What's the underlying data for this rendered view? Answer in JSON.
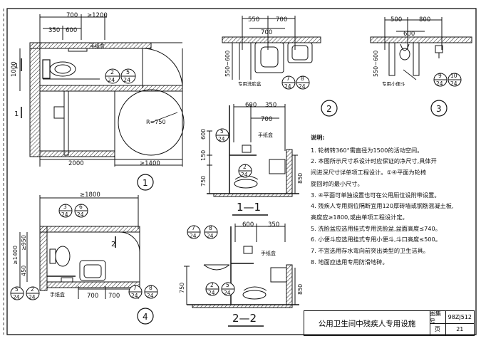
{
  "view1": {
    "dims_top": [
      "350",
      "600",
      "700",
      "≥1200"
    ],
    "dim_left": "1000",
    "dims_bottom": [
      "2000",
      "≥1400"
    ],
    "label_paper_box": "手纸盒",
    "radius_label": "R=750",
    "section_mark": "1",
    "detail_refs": [
      {
        "num": "2",
        "page": "24"
      },
      {
        "num": "5",
        "page": "24"
      }
    ],
    "view_number": "1"
  },
  "view2": {
    "dims_top": [
      "550",
      "700",
      "700"
    ],
    "dim_left": "550~600",
    "caption": "专用洗脸盆",
    "detail_refs": [
      {
        "num": "7",
        "page": "24"
      },
      {
        "num": "8",
        "page": "24"
      }
    ],
    "view_number": "2"
  },
  "view3": {
    "dims_top": [
      "500",
      "800",
      "600"
    ],
    "dim_left": "550~600",
    "caption": "专用小便斗",
    "detail_refs": [
      {
        "num": "9",
        "page": "24"
      },
      {
        "num": "10",
        "page": "24"
      }
    ],
    "view_number": "3"
  },
  "section11": {
    "dims_top": [
      "600",
      "350",
      "700"
    ],
    "dims_left": [
      "600",
      "150",
      "750"
    ],
    "dim_right": "850",
    "label_paper_box": "手纸盒",
    "detail_refs": [
      {
        "num": "5",
        "page": "24"
      },
      {
        "num": "2",
        "page": "24"
      }
    ],
    "title": "1—1"
  },
  "view4": {
    "dim_top": "≥1800",
    "dims_left": [
      "≥1400",
      "≥950",
      "450"
    ],
    "dims_bottom": [
      "700",
      "700"
    ],
    "label_paper_box": "手纸盒",
    "section_mark": "2",
    "detail_refs_top": [
      {
        "num": "3",
        "page": "24"
      },
      {
        "num": "6",
        "page": "24"
      }
    ],
    "detail_refs_left": [
      {
        "num": "5",
        "page": "24"
      },
      {
        "num": "2",
        "page": "24"
      }
    ],
    "detail_refs_bottom": [
      {
        "num": "7",
        "page": "24"
      },
      {
        "num": "8",
        "page": "24"
      }
    ],
    "view_number": "4"
  },
  "section22": {
    "dims_top": [
      "600",
      "350"
    ],
    "dim_left": "750",
    "dim_right": "850",
    "label_paper_box": "手纸盒",
    "detail_refs_top": [
      {
        "num": "7",
        "page": "24"
      },
      {
        "num": "8",
        "page": "24"
      }
    ],
    "detail_refs_bottom": [
      {
        "num": "2",
        "page": "24"
      },
      {
        "num": "5",
        "page": "24"
      }
    ],
    "title": "2—2"
  },
  "notes": {
    "title": "说明:",
    "items": [
      "1. 轮椅转360°需直径为1500的活动空间。",
      "2. 本图所示尺寸系设计时应保证的净尺寸,具体开",
      "   间进深尺寸详单项工程设计。①④平面为轮椅",
      "   旋回时的最小尺寸。",
      "3. ④平面可单独设置也可在公用厕位设附带设置。",
      "4. 残疾人专用厕位隔断宜用120厚砖墙或钢筋混凝土板,",
      "   高度应≥1800,或由单项工程设计定。",
      "5. 洗脸盆应选用挂式专用洗脸盆,盆面高度≤740。",
      "6. 小便斗应选用挂式专用小便斗,斗口高度≤500。",
      "7. 不宜选用存水弯向前突出类型的卫生洁具。",
      "8. 地面应选用专用防滑地砖。"
    ]
  },
  "title_block": {
    "title": "公用卫生间中残疾人专用设施",
    "atlas_label": "图集号",
    "atlas_value": "98ZJ512",
    "page_label": "页",
    "page_value": "21"
  }
}
